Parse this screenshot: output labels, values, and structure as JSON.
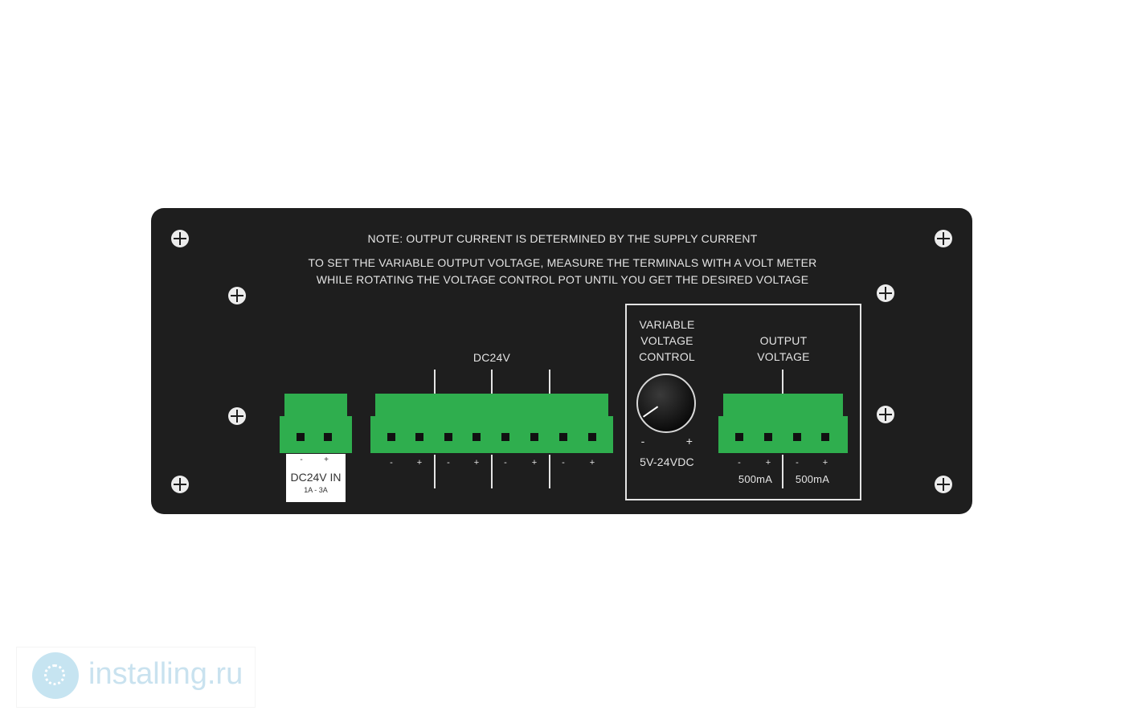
{
  "panel": {
    "note": "NOTE: OUTPUT CURRENT IS DETERMINED BY THE SUPPLY CURRENT",
    "instruction_line1": "TO SET THE VARIABLE OUTPUT VOLTAGE,  MEASURE THE TERMINALS WITH A VOLT METER",
    "instruction_line2": "WHILE ROTATING THE VOLTAGE CONTROL POT UNTIL YOU GET THE DESIRED VOLTAGE"
  },
  "input": {
    "minus": "-",
    "plus": "+",
    "label": "DC24V IN",
    "rating": "1A - 3A"
  },
  "dc24v": {
    "label": "DC24V",
    "polarity": [
      "-",
      "+",
      "-",
      "+",
      "-",
      "+",
      "-",
      "+"
    ]
  },
  "variable": {
    "label_line1": "VARIABLE",
    "label_line2": "VOLTAGE",
    "label_line3": "CONTROL",
    "minus": "-",
    "plus": "+",
    "range": "5V-24VDC"
  },
  "output": {
    "label_line1": "OUTPUT",
    "label_line2": "VOLTAGE",
    "polarity": [
      "-",
      "+",
      "-",
      "+"
    ],
    "current1": "500mA",
    "current2": "500mA"
  },
  "watermark": {
    "text": "installing.ru"
  },
  "colors": {
    "panel": "#1e1e1e",
    "terminal_green": "#2fae4e",
    "label_text": "#e4e4e4"
  }
}
